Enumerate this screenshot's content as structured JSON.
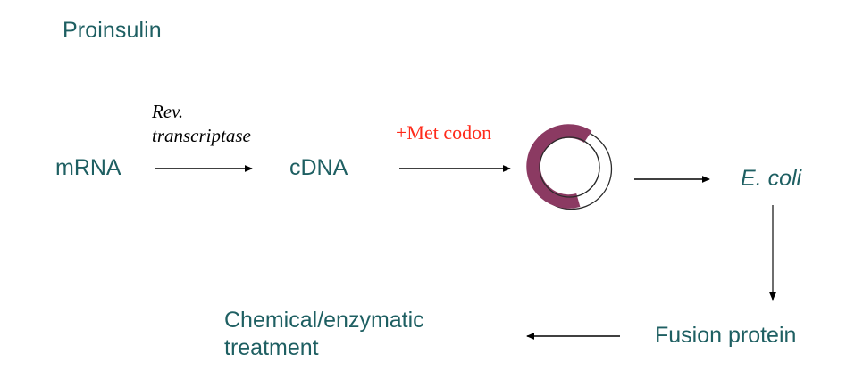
{
  "diagram": {
    "title": "Proinsulin",
    "theme": {
      "teal": "#1e5f62",
      "red": "#ff2a1a",
      "plasmid_insert": "#8b3a62",
      "plasmid_outline": "#1a1a1a",
      "arrow": "#000000",
      "background": "#ffffff"
    },
    "nodes": [
      {
        "id": "mrna",
        "label": "mRNA",
        "style": "teal-sans"
      },
      {
        "id": "cdna",
        "label": "cDNA",
        "style": "teal-sans"
      },
      {
        "id": "plasmid",
        "label": "plasmid-ring",
        "style": "graphic"
      },
      {
        "id": "ecoli",
        "label": "E. coli",
        "style": "teal-sans-italic"
      },
      {
        "id": "fusion",
        "label": "Fusion protein",
        "style": "teal-sans"
      },
      {
        "id": "treatment",
        "label_line1": "Chemical/enzymatic",
        "label_line2": "treatment",
        "style": "teal-sans"
      }
    ],
    "edges": [
      {
        "id": "mrna-to-cdna",
        "label_line1": "Rev.",
        "label_line2": "transcriptase",
        "label_style": "black-serif-italic",
        "direction": "right"
      },
      {
        "id": "cdna-to-plasmid",
        "label": "+Met codon",
        "label_style": "red-serif",
        "direction": "right"
      },
      {
        "id": "plasmid-to-ecoli",
        "label": "",
        "direction": "right"
      },
      {
        "id": "ecoli-to-fusion",
        "label": "",
        "direction": "down"
      },
      {
        "id": "fusion-to-treatment",
        "label": "",
        "direction": "left"
      }
    ]
  }
}
